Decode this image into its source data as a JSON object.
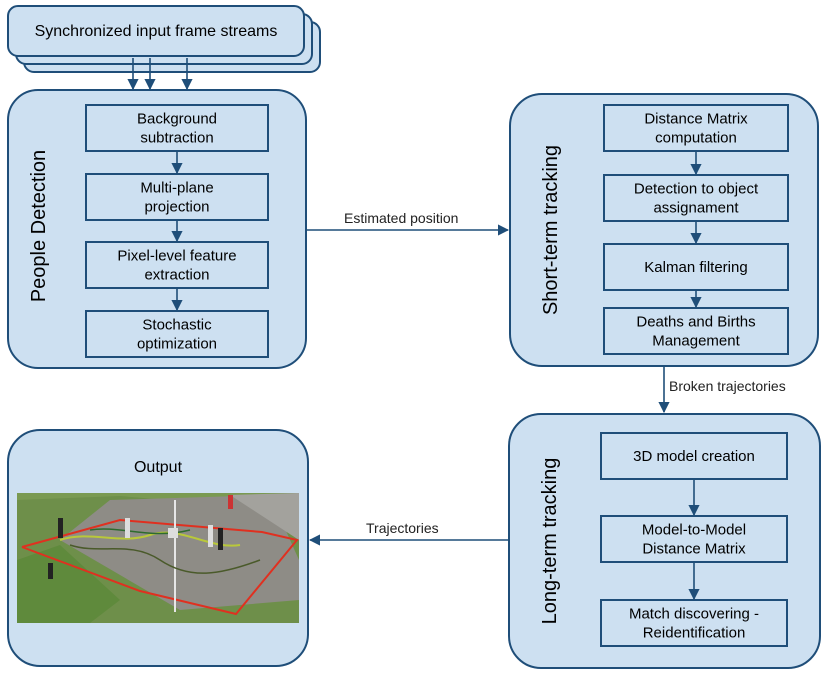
{
  "inputs": {
    "label": "Synchronized input frame streams"
  },
  "people_detection": {
    "title": "People Detection",
    "steps": [
      [
        "Background",
        "subtraction"
      ],
      [
        "Multi-plane",
        "projection"
      ],
      [
        "Pixel-level feature",
        "extraction"
      ],
      [
        "Stochastic",
        "optimization"
      ]
    ]
  },
  "short_term": {
    "title": "Short-term tracking",
    "steps": [
      [
        "Distance Matrix",
        "computation"
      ],
      [
        "Detection to object",
        "assignament"
      ],
      [
        "Kalman filtering"
      ],
      [
        "Deaths and Births",
        "Management"
      ]
    ]
  },
  "long_term": {
    "title": "Long-term tracking",
    "steps": [
      [
        "3D model creation"
      ],
      [
        "Model-to-Model",
        "Distance Matrix"
      ],
      [
        "Match discovering -",
        "Reidentification"
      ]
    ]
  },
  "output": {
    "title": "Output"
  },
  "edges": {
    "estimated_position": "Estimated position",
    "broken_trajectories": "Broken trajectories",
    "trajectories": "Trajectories"
  },
  "colors": {
    "panel_fill": "#cde0f1",
    "border": "#1f4e79"
  }
}
